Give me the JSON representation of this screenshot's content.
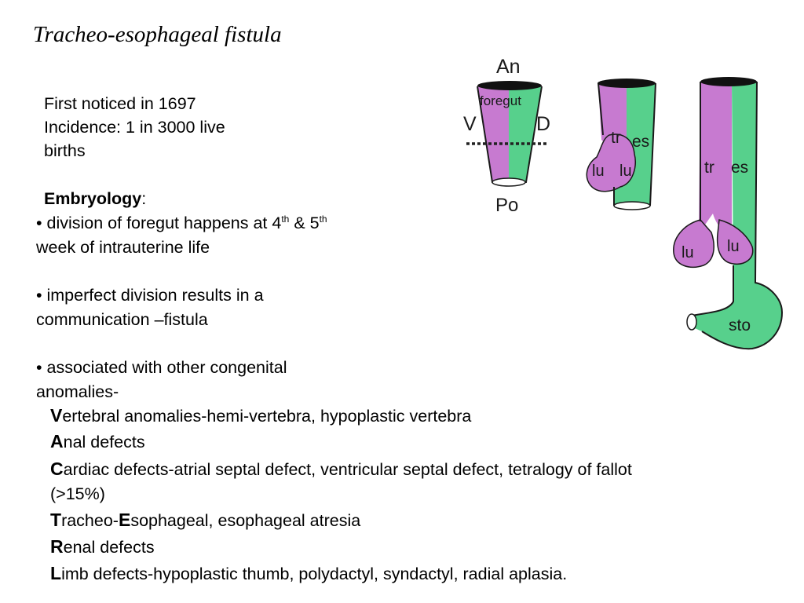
{
  "title": "Tracheo-esophageal fistula",
  "intro": {
    "line1": "First noticed in 1697",
    "line2": "Incidence: 1 in 3000 live",
    "line3": "births"
  },
  "embryology": {
    "heading": "Embryology",
    "colon": ":",
    "bullet1_a": "• division of foregut happens at 4",
    "bullet1_sup1": "th",
    "bullet1_mid": " & 5",
    "bullet1_sup2": "th",
    "bullet1_b": "week of intrauterine life",
    "bullet2_a": "• imperfect division results in a",
    "bullet2_b": "communication –fistula",
    "bullet3_a": "• associated with other congenital",
    "bullet3_b": "anomalies-"
  },
  "vacterl": [
    {
      "letter": "V",
      "text": "ertebral anomalies-hemi-vertebra, hypoplastic vertebra"
    },
    {
      "letter": "A",
      "text": "nal defects"
    },
    {
      "letter": "C",
      "text": "ardiac defects-atrial septal defect, ventricular septal defect, tetralogy of fallot"
    },
    {
      "letter": "",
      "text": "(>15%)"
    },
    {
      "letter": "T",
      "text": "racheo-",
      "letter2": "E",
      "text2": "sophageal, esophageal atresia"
    },
    {
      "letter": "R",
      "text": "enal defects"
    },
    {
      "letter": "L",
      "text": "imb defects-hypoplastic thumb, polydactyl, syndactyl, radial aplasia."
    }
  ],
  "figure": {
    "labels": {
      "anterior": "An",
      "posterior": "Po",
      "ventral": "V",
      "dorsal": "D",
      "foregut": "foregut",
      "trachea_1": "tr",
      "esophagus_1": "es",
      "lung_1a": "lu",
      "lung_1b": "lu",
      "trachea_2": "tr",
      "esophagus_2": "es",
      "lung_2a": "lu",
      "lung_2b": "lu",
      "stomach": "sto"
    },
    "colors": {
      "trachea": "#c77ad0",
      "esophagus": "#57d08c",
      "outline": "#1a1a1a",
      "dashed": "#222222"
    }
  }
}
